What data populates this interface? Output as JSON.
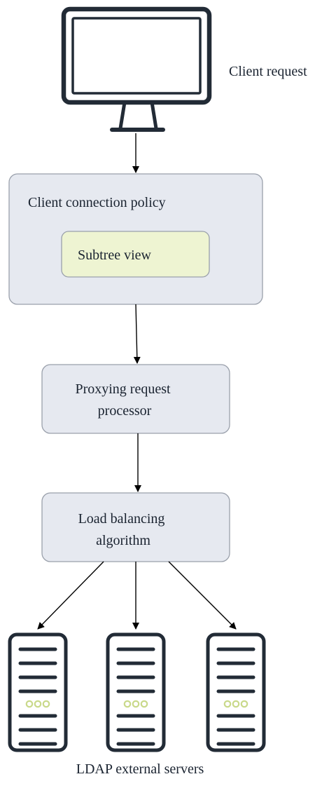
{
  "nodes": {
    "client": {
      "label": "Client request"
    },
    "policy": {
      "label": "Client connection policy"
    },
    "subtree": {
      "label": "Subtree view"
    },
    "processor": {
      "label_line1": "Proxying request",
      "label_line2": "processor"
    },
    "balancer": {
      "label_line1": "Load balancing",
      "label_line2": "algorithm"
    },
    "servers": {
      "label": "LDAP external servers",
      "count": 3
    }
  },
  "edges": [
    {
      "from": "client",
      "to": "policy"
    },
    {
      "from": "policy",
      "to": "processor"
    },
    {
      "from": "processor",
      "to": "balancer"
    },
    {
      "from": "balancer",
      "to": "server-1"
    },
    {
      "from": "balancer",
      "to": "server-2"
    },
    {
      "from": "balancer",
      "to": "server-3"
    }
  ],
  "colors": {
    "box_fill": "#e6e9f0",
    "inner_box_fill": "#eef4d2",
    "device_stroke": "#222b36",
    "led": "#c9d98a",
    "arrow": "#000000"
  }
}
